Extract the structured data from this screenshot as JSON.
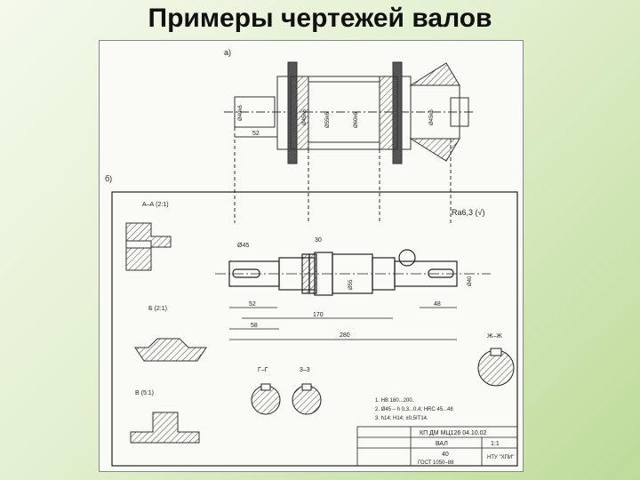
{
  "slide": {
    "title": "Примеры чертежей валов"
  },
  "drawing": {
    "view_a_label": "а)",
    "view_b_label": "б)",
    "section_aa": "А–А (2:1)",
    "detail_b": "Б (2:1)",
    "detail_v": "В (5:1)",
    "section_zz": "Ж–Ж",
    "section_gg": "Г–Г",
    "section_33": "3–3",
    "roughness": "Ra6,3 (√)",
    "notes": [
      "1. НВ 180...200.",
      "2. Ø45 – h 0,3...0,4; HRC 45...48",
      "3. h14; H14; ±0,5IT14."
    ],
    "title_block": {
      "doc_code": "КП ДМ МЦ126 04.10.02",
      "part_name": "ВАЛ",
      "scale": "1:1",
      "org": "НТУ \"ХПИ\"",
      "material": "40",
      "standard": "ГОСТ 1050–88"
    },
    "dims": {
      "overall": "280",
      "d170": "170",
      "d58": "58",
      "d52": "52",
      "d48": "48",
      "d30": "30",
      "d45": "Ø45",
      "d55": "Ø55",
      "d40": "Ø40"
    }
  }
}
